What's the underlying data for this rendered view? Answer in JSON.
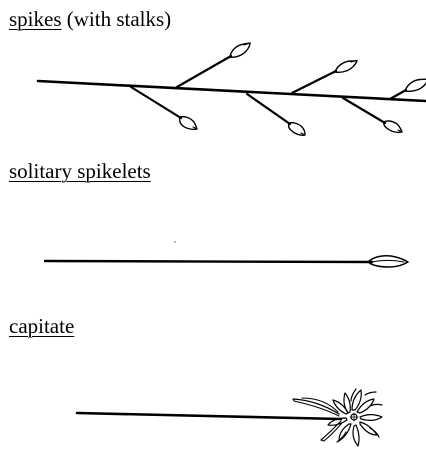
{
  "sections": [
    {
      "id": "spikes",
      "label_underlined": "spikes",
      "label_rest": " (with stalks)"
    },
    {
      "id": "solitary",
      "label_underlined": "solitary spikelets",
      "label_rest": ""
    },
    {
      "id": "capitate",
      "label_underlined": "capitate",
      "label_rest": ""
    }
  ],
  "colors": {
    "ink": "#000000",
    "background": "#ffffff"
  }
}
